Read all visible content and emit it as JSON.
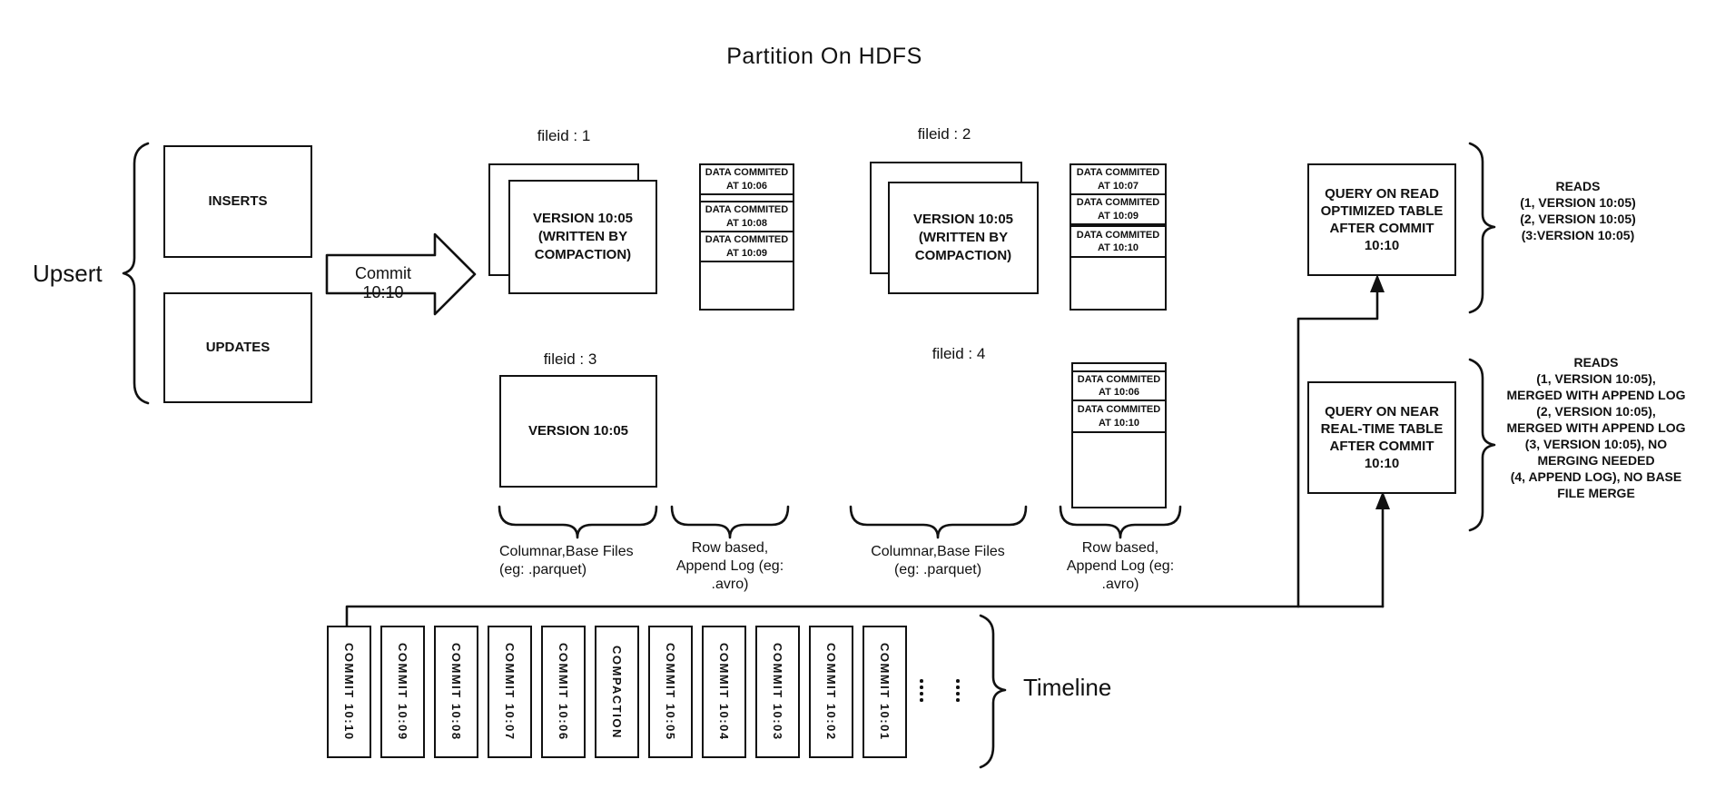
{
  "title": "Partition On HDFS",
  "upsert": {
    "label": "Upsert",
    "inserts": "INSERTS",
    "updates": "UPDATES"
  },
  "commit_arrow_label": "Commit 10:10",
  "file_groups": {
    "fileid1": {
      "label": "fileid : 1",
      "base": "VERSION 10:05\n(WRITTEN BY\nCOMPACTION)"
    },
    "fileid2": {
      "label": "fileid : 2",
      "base": "VERSION 10:05\n(WRITTEN BY\nCOMPACTION)"
    },
    "fileid3": {
      "label": "fileid : 3",
      "base": "VERSION 10:05"
    },
    "fileid4": {
      "label": "fileid : 4"
    }
  },
  "logs": {
    "log1": {
      "rows": [
        "DATA COMMITED\nAT 10:06",
        "DATA COMMITED\nAT 10:08",
        "DATA COMMITED\nAT 10:09"
      ]
    },
    "log2": {
      "rows": [
        "DATA COMMITED\nAT 10:07",
        "DATA COMMITED\nAT 10:09",
        "DATA COMMITED\nAT 10:10"
      ]
    },
    "log4": {
      "rows": [
        "DATA COMMITED\nAT 10:06",
        "DATA COMMITED\nAT 10:10"
      ]
    }
  },
  "brace_labels": {
    "columnar1": "Columnar,Base Files\n(eg: .parquet)",
    "row_based1": "Row based,\nAppend Log  (eg:\n.avro)",
    "columnar2": "Columnar,Base Files\n(eg: .parquet)",
    "row_based2": "Row based,\nAppend Log  (eg:\n.avro)"
  },
  "queries": {
    "read_optimized": {
      "box": "QUERY ON READ\nOPTIMIZED TABLE\nAFTER COMMIT\n10:10",
      "reads": "READS\n(1, VERSION 10:05)\n(2, VERSION 10:05)\n(3:VERSION 10:05)"
    },
    "near_realtime": {
      "box": "QUERY ON NEAR\nREAL-TIME TABLE\nAFTER COMMIT\n10:10",
      "reads": "READS\n(1, VERSION 10:05),\nMERGED WITH APPEND LOG\n(2, VERSION 10:05),\nMERGED WITH APPEND LOG\n(3, VERSION 10:05), NO\nMERGING NEEDED\n(4, APPEND LOG), NO BASE\nFILE MERGE"
    }
  },
  "timeline": {
    "label": "Timeline",
    "entries": [
      "COMMIT 10:10",
      "COMMIT 10:09",
      "COMMIT 10:08",
      "COMMIT 10:07",
      "COMMIT 10:06",
      "COMPACTION",
      "COMMIT 10:05",
      "COMMIT 10:04",
      "COMMIT 10:03",
      "COMMIT 10:02",
      "COMMIT 10:01"
    ]
  },
  "colors": {
    "ink": "#111111",
    "background": "#ffffff"
  }
}
